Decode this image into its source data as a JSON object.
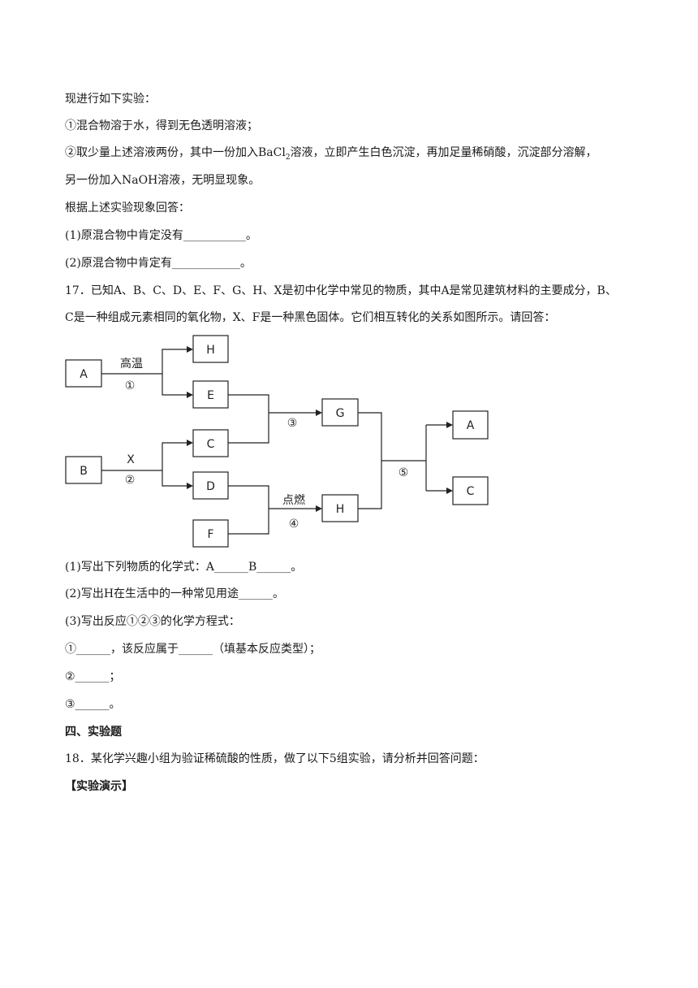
{
  "intro": "现进行如下实验：",
  "step1": "①混合物溶于水，得到无色透明溶液；",
  "step2_pre": "②取少量上述溶液两份，其中一份加入BaCl",
  "step2_sub": "2",
  "step2_post": "溶液，立即产生白色沉淀，再加足量稀硝酸，沉淀部分溶解，",
  "step2_cont": "另一份加入NaOH溶液，无明显现象。",
  "answer_prompt": "根据上述实验现象回答：",
  "q16_1": "(1)原混合物中肯定没有___________。",
  "q16_2": "(2)原混合物中肯定有____________。",
  "q17_line1": "17．已知A、B、C、D、E、F、G、H、X是初中化学中常见的物质，其中A是常见建筑材料的主要成分，B、",
  "q17_line2": "C是一种组成元素相同的氧化物，X、F是一种黑色固体。它们相互转化的关系如图所示。请回答：",
  "diagram": {
    "nodes": {
      "A1": "A",
      "H1": "H",
      "E": "E",
      "C1": "C",
      "B": "B",
      "D": "D",
      "F": "F",
      "G": "G",
      "H2": "H",
      "A2": "A",
      "C2": "C"
    },
    "conditions": {
      "r1_top": "高温",
      "r1": "①",
      "r2_top": "X",
      "r2": "②",
      "r3": "③",
      "r4_top": "点燃",
      "r4": "④",
      "r5": "⑤"
    }
  },
  "q17_1": "(1)写出下列物质的化学式：A______B______。",
  "q17_2": "(2)写出H在生活中的一种常见用途______。",
  "q17_3": "(3)写出反应①②③的化学方程式：",
  "eq1": "①______，该反应属于______（填基本反应类型）；",
  "eq2": "②______；",
  "eq3": "③______。",
  "section4": "四、实验题",
  "q18": "18．某化学兴趣小组为验证稀硫酸的性质，做了以下5组实验，请分析并回答问题：",
  "demo": "【实验演示】"
}
